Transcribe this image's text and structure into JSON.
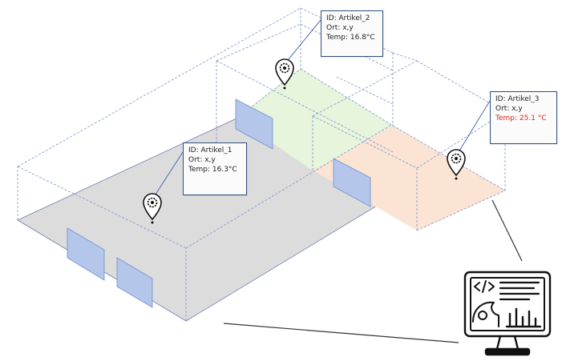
{
  "sensors": [
    {
      "id": "ID: Artikel_1",
      "ort": "Ort: x,y",
      "temp": "Temp: 16.3°C"
    },
    {
      "id": "ID: Artikel_2",
      "ort": "Ort: x,y",
      "temp": "Temp: 16.8°C"
    },
    {
      "id": "ID: Artikel_3",
      "ort": "Ort: x,y",
      "temp": "Temp: 25.1 °C"
    }
  ],
  "colors": {
    "floor_main": "#dcdcdc",
    "floor_green": "#e6f5dc",
    "floor_orange": "#fbe4d3",
    "door": "#b4c7ea",
    "dashed_edge": "#7f93c8",
    "label_border": "#2f4f7f",
    "warning_text": "#e02020"
  },
  "icons": [
    "sensor-gear-pin-icon",
    "monitor-dashboard-icon"
  ]
}
